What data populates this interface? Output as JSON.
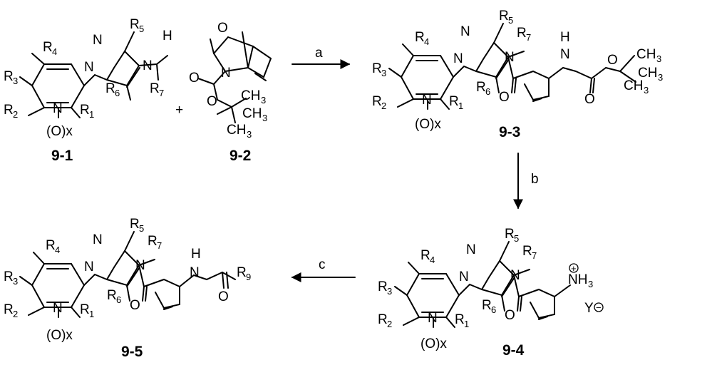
{
  "compounds": [
    {
      "id": "c1",
      "label": "9-1"
    },
    {
      "id": "c2",
      "label": "9-2"
    },
    {
      "id": "c3",
      "label": "9-3"
    },
    {
      "id": "c4",
      "label": "9-4"
    },
    {
      "id": "c5",
      "label": "9-5"
    }
  ],
  "steps": {
    "a": "a",
    "b": "b",
    "c": "c"
  },
  "plus_sign": "+",
  "atoms": {
    "N": "N",
    "O": "O",
    "H": "H",
    "Ox": "(O)x",
    "NH3": "NH",
    "Y": "Y",
    "R": "R",
    "CH3": "CH",
    "CH3b": "CH",
    "CH3c": "CH"
  },
  "subscripts": {
    "1": "1",
    "2": "2",
    "3": "3",
    "4": "4",
    "5": "5",
    "6": "6",
    "7": "7",
    "9": "9"
  },
  "charges": {
    "plus": "+",
    "minus": "−"
  }
}
